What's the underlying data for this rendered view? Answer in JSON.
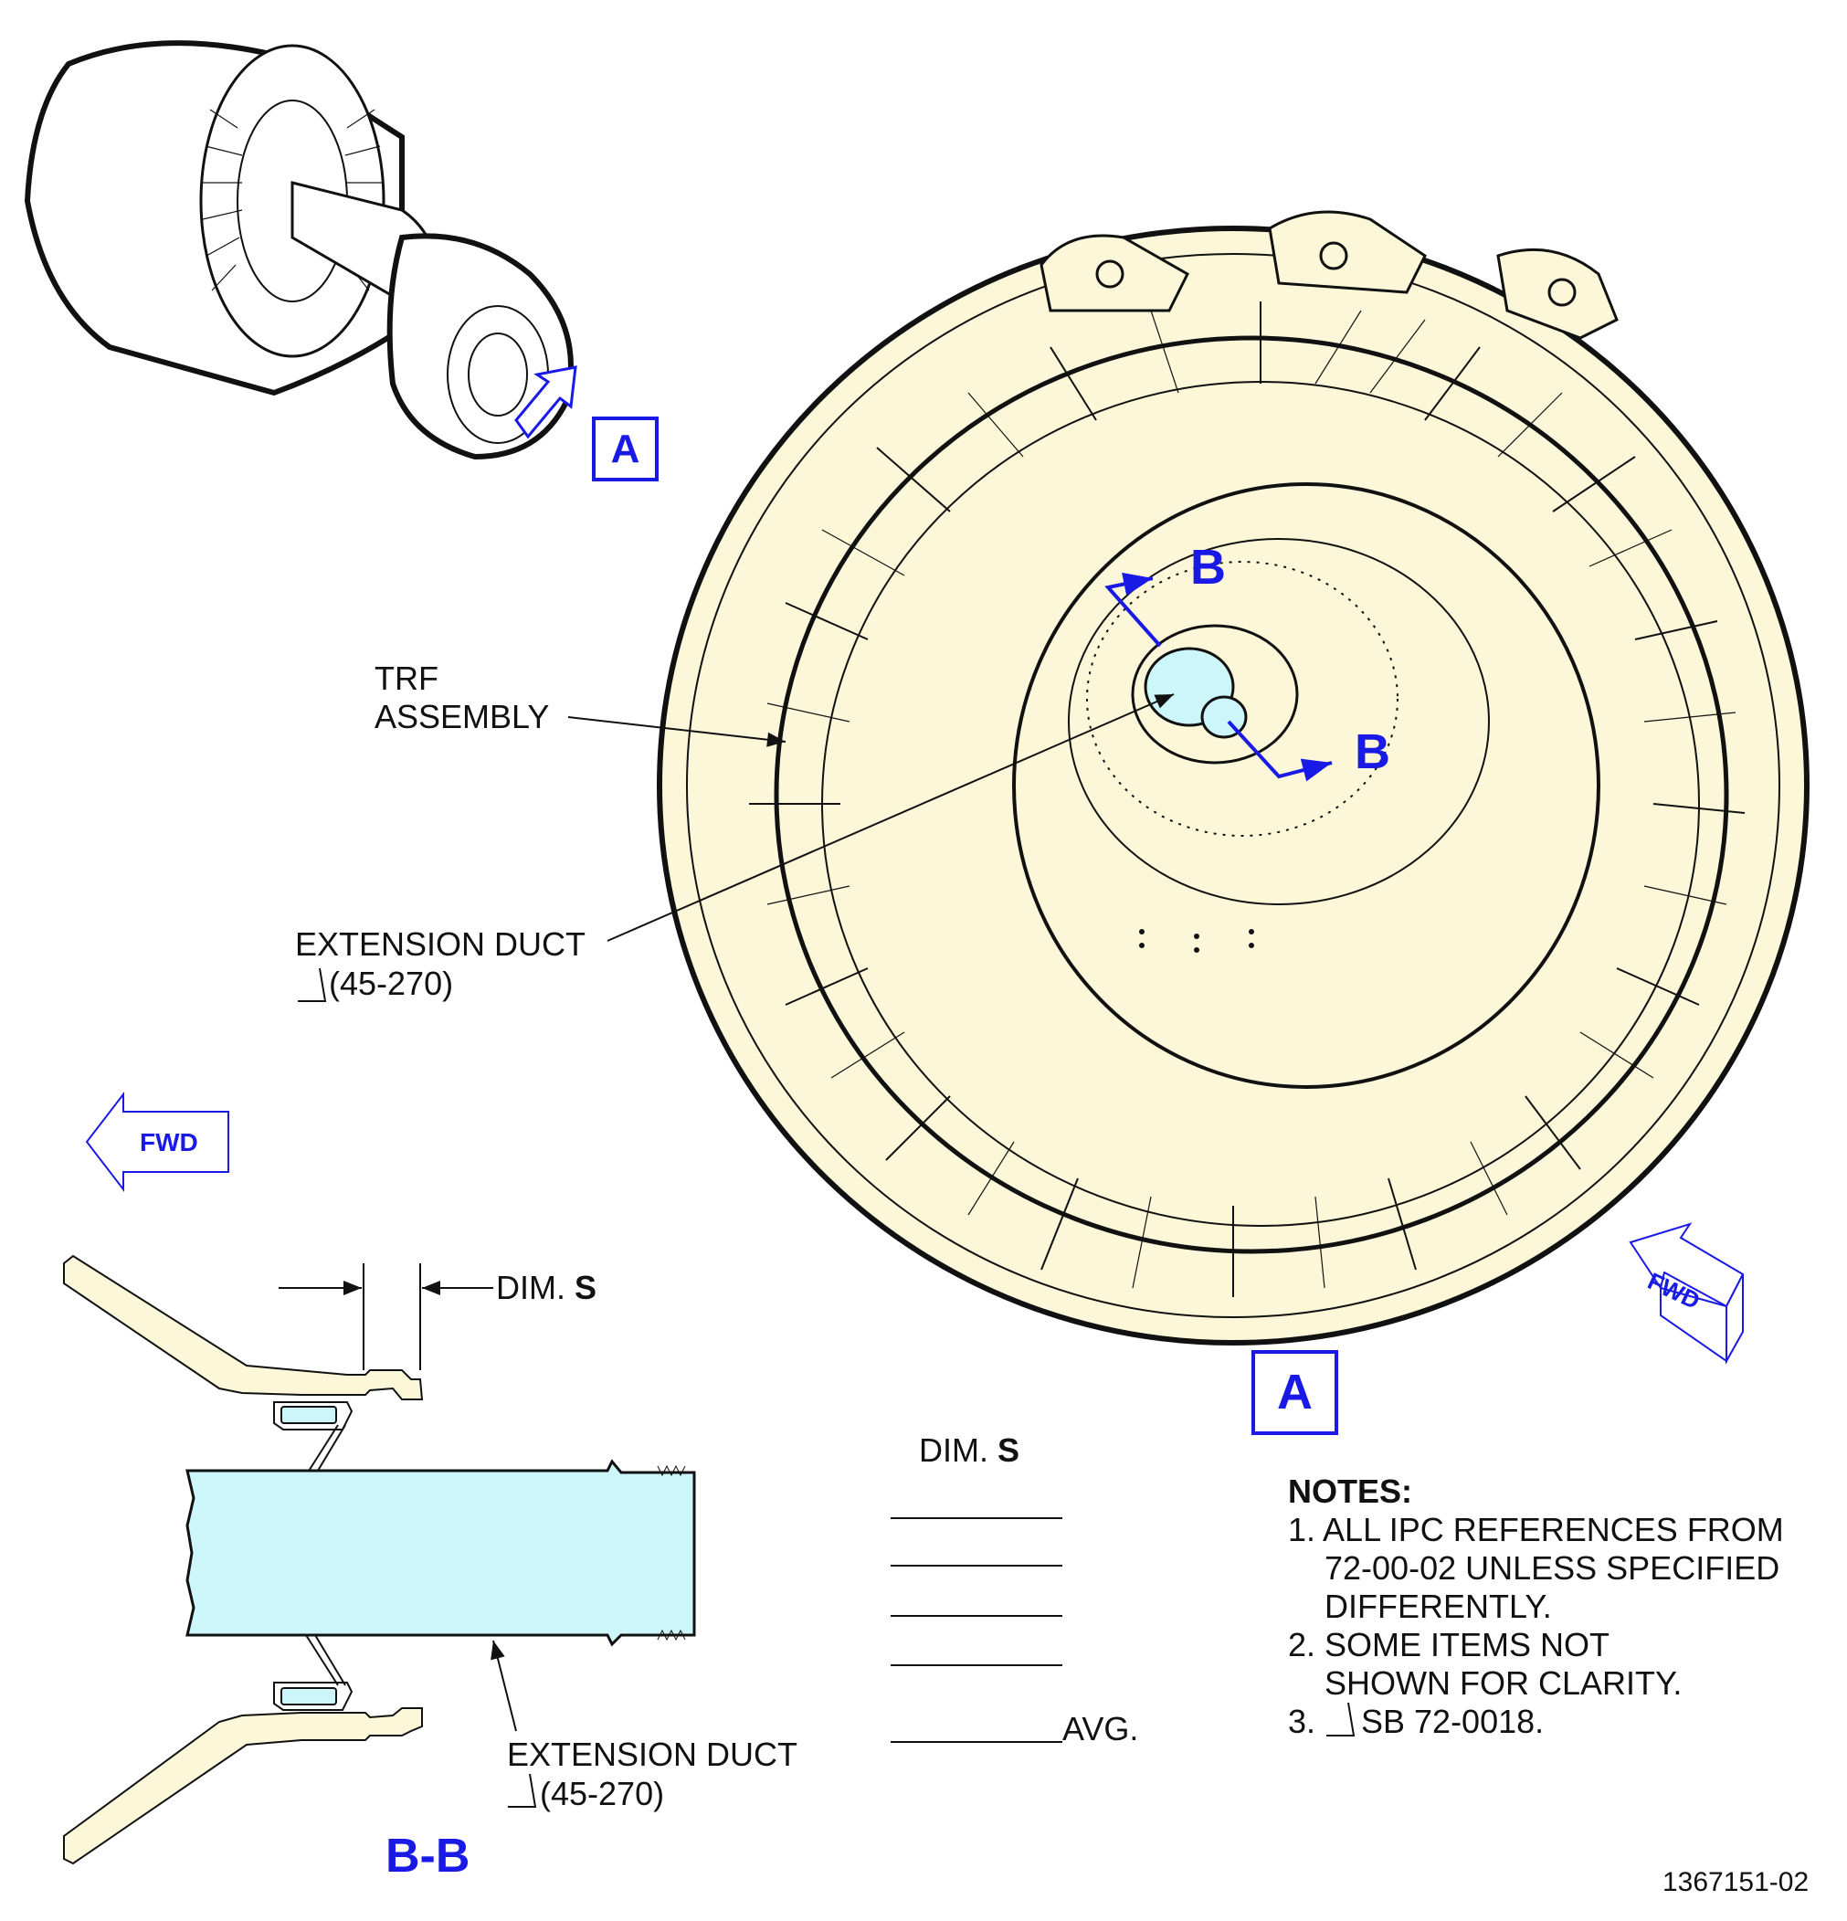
{
  "labels": {
    "trf_line1": "TRF",
    "trf_line2": "ASSEMBLY",
    "ext_duct_top_line1": "EXTENSION DUCT",
    "ext_duct_top_line2": "(45-270)",
    "ext_duct_bottom_line1": "EXTENSION DUCT",
    "ext_duct_bottom_line2": "(45-270)",
    "dim_s_prefix": "DIM.",
    "dim_s_letter": "S",
    "table_header_prefix": "DIM.",
    "table_header_letter": "S",
    "avg": "AVG.",
    "section_label": "B-B",
    "view_a_small": "A",
    "view_a_large": "A",
    "cut_b_top": "B",
    "cut_b_right": "B",
    "fwd_left": "FWD",
    "fwd_right": "FWD",
    "figure_number": "1367151-02"
  },
  "notes": {
    "title": "NOTES:",
    "n1_l1": "1. ALL IPC REFERENCES FROM",
    "n1_l2": "72-00-02 UNLESS SPECIFIED",
    "n1_l3": "DIFFERENTLY.",
    "n2_l1": "2. SOME ITEMS NOT",
    "n2_l2": "SHOWN FOR CLARITY.",
    "n3_l1_prefix": "3.",
    "n3_l1_text": "SB 72-0018."
  },
  "colors": {
    "part_fill": "#fbf7d8",
    "duct_fill": "#cdf6fb",
    "callout_blue": "#1a1ae6",
    "line": "#111111"
  }
}
